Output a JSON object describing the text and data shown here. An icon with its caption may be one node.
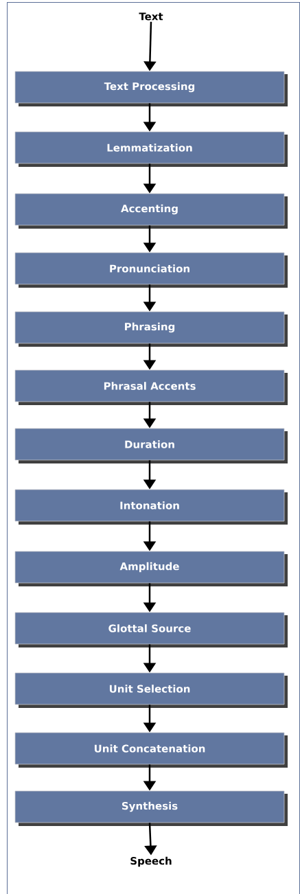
{
  "diagram": {
    "nodes": [
      {
        "text": [
          "Text"
        ]
      },
      {
        "text": [
          "Text Processing"
        ]
      },
      {
        "text": [
          "Lemmatization"
        ]
      },
      {
        "text": [
          "Accenting"
        ]
      },
      {
        "text": [
          "Pronunciation"
        ]
      },
      {
        "text": [
          "Phrasing"
        ]
      },
      {
        "text": [
          "Phrasal Accents"
        ]
      },
      {
        "text": [
          "Duration"
        ]
      },
      {
        "text": [
          "Intonation"
        ]
      },
      {
        "text": [
          "Amplitude"
        ]
      },
      {
        "text": [
          "Glottal Source"
        ]
      },
      {
        "text": [
          "Unit Selection"
        ]
      },
      {
        "text": [
          "Unit Concatenation"
        ]
      },
      {
        "text": [
          "Synthesis"
        ]
      },
      {
        "text": [
          "Speech"
        ]
      }
    ],
    "edges": [
      {
        "from": 0,
        "to": 1,
        "arrow": "to"
      },
      {
        "from": 1,
        "to": 2,
        "arrow": "to"
      },
      {
        "from": 2,
        "to": 3,
        "arrow": "to"
      },
      {
        "from": 3,
        "to": 4,
        "arrow": "to"
      },
      {
        "from": 4,
        "to": 5,
        "arrow": "to"
      },
      {
        "from": 5,
        "to": 6,
        "arrow": "to"
      },
      {
        "from": 6,
        "to": 7,
        "arrow": "to"
      },
      {
        "from": 7,
        "to": 8,
        "arrow": "to"
      },
      {
        "from": 8,
        "to": 9,
        "arrow": "to"
      },
      {
        "from": 9,
        "to": 10,
        "arrow": "to"
      },
      {
        "from": 10,
        "to": 11,
        "arrow": "to"
      },
      {
        "from": 11,
        "to": 12,
        "arrow": "to"
      },
      {
        "from": 12,
        "to": 13,
        "arrow": "to"
      },
      {
        "from": 13,
        "to": 14,
        "arrow": "to"
      }
    ]
  }
}
